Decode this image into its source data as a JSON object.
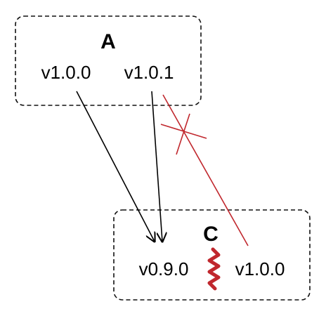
{
  "packages": {
    "a": {
      "name": "A",
      "versions": [
        "v1.0.0",
        "v1.0.1"
      ]
    },
    "c": {
      "name": "C",
      "versions": [
        "v0.9.0",
        "v1.0.0"
      ]
    }
  },
  "dependencies": [
    {
      "from": "A v1.0.0",
      "to": "C v0.9.0",
      "status": "ok"
    },
    {
      "from": "A v1.0.1",
      "to": "C v0.9.0",
      "status": "ok"
    },
    {
      "from": "A v1.0.1",
      "to": "C v1.0.0",
      "status": "rejected"
    }
  ],
  "colors": {
    "line": "#000000",
    "conflict": "#c0272d"
  },
  "icons": {
    "conflict_marker": "x-cross-icon",
    "incompatibility": "zigzag-separator-icon"
  }
}
